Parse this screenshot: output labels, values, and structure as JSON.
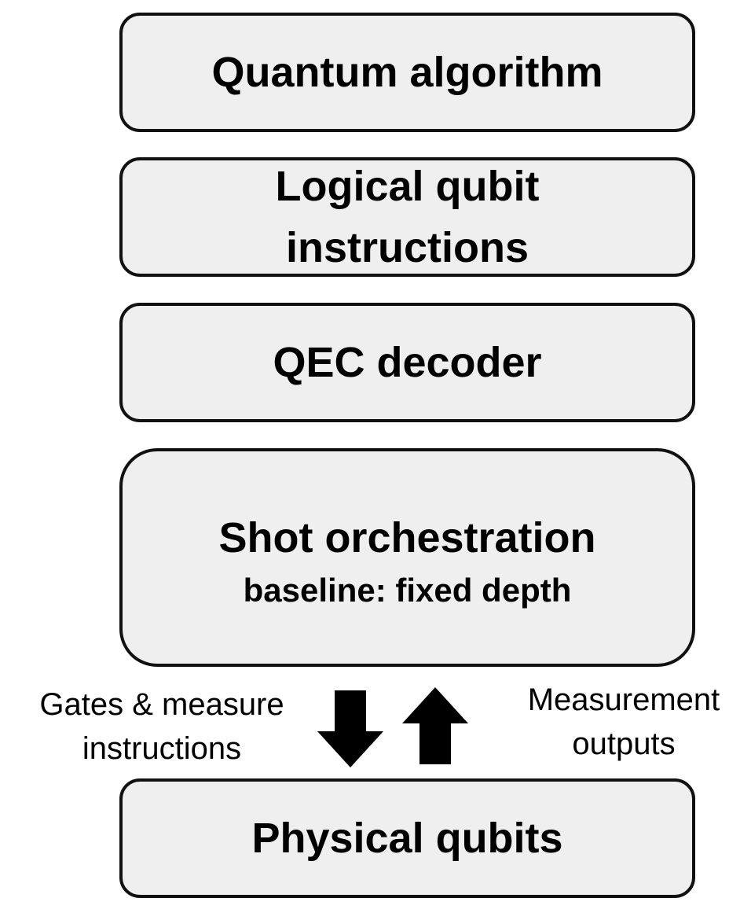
{
  "diagram": {
    "layers": {
      "algorithm": "Quantum algorithm",
      "logical_line1": "Logical qubit",
      "logical_line2": "instructions",
      "decoder": "QEC decoder",
      "shot_title": "Shot orchestration",
      "shot_subtitle": "baseline: fixed depth",
      "physical": "Physical qubits"
    },
    "arrows": {
      "down_line1": "Gates & measure",
      "down_line2": "instructions",
      "up_line1": "Measurement",
      "up_line2": "outputs"
    },
    "colors": {
      "box_fill": "#efefef",
      "box_border": "#111111",
      "arrow": "#000000"
    }
  }
}
